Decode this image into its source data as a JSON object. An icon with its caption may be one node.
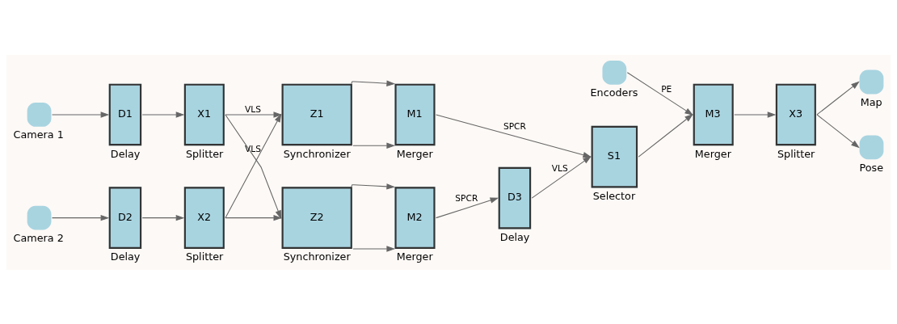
{
  "diagram": {
    "nodes": [
      {
        "text": [],
        "shape": "circle",
        "beside": [
          "Camera 1"
        ]
      },
      {
        "text": [],
        "shape": "circle",
        "beside": [
          "Camera 2"
        ]
      },
      {
        "text": [
          "D1"
        ],
        "beside": [
          "Delay"
        ]
      },
      {
        "text": [
          "D2"
        ],
        "beside": [
          "Delay"
        ]
      },
      {
        "text": [
          "X1"
        ],
        "beside": [
          "Splitter"
        ]
      },
      {
        "text": [
          "X2"
        ],
        "beside": [
          "Splitter"
        ]
      },
      {
        "text": [
          "Z1"
        ],
        "beside": [
          "Synchronizer"
        ]
      },
      {
        "text": [
          "Z2"
        ],
        "beside": [
          "Synchronizer"
        ]
      },
      {
        "text": [
          "M1"
        ],
        "beside": [
          "Merger"
        ]
      },
      {
        "text": [
          "M2"
        ],
        "beside": [
          "Merger"
        ]
      },
      {
        "text": [],
        "shape": "circle",
        "beside": [
          "Encoders"
        ]
      },
      {
        "text": [
          "D3"
        ],
        "beside": [
          "Delay"
        ]
      },
      {
        "text": [
          "S1"
        ],
        "beside": [
          "Selector"
        ]
      },
      {
        "text": [
          "M3"
        ],
        "beside": [
          "Merger"
        ]
      },
      {
        "text": [
          "X3"
        ],
        "beside": [
          "Splitter"
        ]
      },
      {
        "text": [],
        "shape": "circle",
        "beside": [
          "Map"
        ]
      },
      {
        "text": [],
        "shape": "circle",
        "beside": [
          "Pose"
        ]
      }
    ],
    "edges": [
      {
        "from": 0,
        "to": 2,
        "arrow": "to"
      },
      {
        "from": 2,
        "to": 4,
        "arrow": "to"
      },
      {
        "from": 1,
        "to": 3,
        "arrow": "to"
      },
      {
        "from": 3,
        "to": 5,
        "arrow": "to"
      },
      {
        "from": 4,
        "to": 6,
        "arrow": "to",
        "label": "VLS"
      },
      {
        "from": 4,
        "to": 7,
        "arrow": "to"
      },
      {
        "from": 5,
        "to": 6,
        "arrow": "to",
        "label": "VLS"
      },
      {
        "from": 5,
        "to": 7,
        "arrow": "to"
      },
      {
        "from": 6,
        "to": 8,
        "arrow": "to"
      },
      {
        "from": 6,
        "to": 8,
        "arrow": "to"
      },
      {
        "from": 7,
        "to": 9,
        "arrow": "to"
      },
      {
        "from": 7,
        "to": 9,
        "arrow": "to"
      },
      {
        "from": 8,
        "to": 12,
        "arrow": "to",
        "label": "SPCR"
      },
      {
        "from": 9,
        "to": 11,
        "arrow": "to",
        "label": "SPCR"
      },
      {
        "from": 11,
        "to": 12,
        "arrow": "to",
        "label": "VLS"
      },
      {
        "from": 10,
        "to": 13,
        "arrow": "to",
        "label": "PE"
      },
      {
        "from": 12,
        "to": 13,
        "arrow": "to"
      },
      {
        "from": 13,
        "to": 14,
        "arrow": "to"
      },
      {
        "from": 14,
        "to": 15,
        "arrow": "to"
      },
      {
        "from": 14,
        "to": 16,
        "arrow": "to"
      }
    ]
  }
}
